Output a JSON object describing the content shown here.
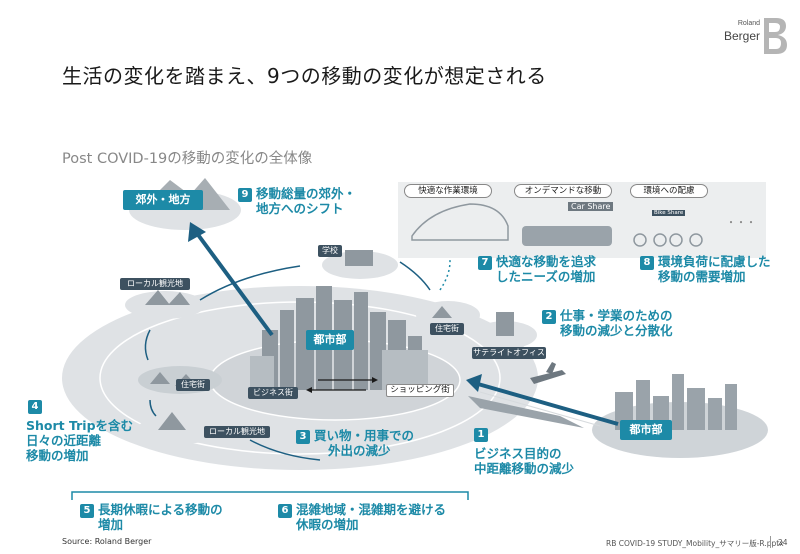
{
  "header": {
    "title": "生活の変化を踏まえ、9つの移動の変化が想定される",
    "subtitle": "Post COVID-19の移動の変化の全体像",
    "brand_small": "Roland",
    "brand_large": "Berger"
  },
  "areas": {
    "suburb": "郊外・地方",
    "city_center": "都市部",
    "city_right": "都市部",
    "business_district": "ビジネス街",
    "shopping_district": "ショッピング街",
    "school": "学校",
    "local_tourism_top": "ローカル観光地",
    "local_tourism_bottom": "ローカル観光地",
    "residential_left": "住宅街",
    "residential_right": "住宅街",
    "satellite_office": "サテライトオフィス"
  },
  "panels": {
    "comfortable_work": "快適な作業環境",
    "on_demand": "オンデマンドな移動",
    "environment": "環境への配慮",
    "car_share": "Car Share",
    "bike_share": "Bike Share",
    "ellipsis": "・・・"
  },
  "changes": [
    {
      "num": "1",
      "line1": "ビジネス目的の",
      "line2": "中距離移動の減少"
    },
    {
      "num": "2",
      "line1": "仕事・学業のための",
      "line2": "移動の減少と分散化"
    },
    {
      "num": "3",
      "line1": "買い物・用事での",
      "line2": "外出の減少"
    },
    {
      "num": "4",
      "line1": "Short Tripを含む",
      "line2": "日々の近距離",
      "line3": "移動の増加"
    },
    {
      "num": "5",
      "line1": "長期休暇による移動の",
      "line2": "増加"
    },
    {
      "num": "6",
      "line1": "混雑地域・混雑期を避ける",
      "line2": "休暇の増加"
    },
    {
      "num": "7",
      "line1": "快適な移動を追求",
      "line2": "したニーズの増加"
    },
    {
      "num": "8",
      "line1": "環境負荷に配慮した",
      "line2": "移動の需要増加"
    },
    {
      "num": "9",
      "line1": "移動総量の郊外・",
      "line2": "地方へのシフト"
    }
  ],
  "footer": {
    "source": "Source: Roland Berger",
    "file": "RB COVID-19 STUDY_Mobility_サマリー版-R.pptx",
    "page": "24"
  },
  "colors": {
    "accent": "#1d8aa7",
    "dark_label": "#3d5160",
    "ground": "#d9dde0"
  }
}
